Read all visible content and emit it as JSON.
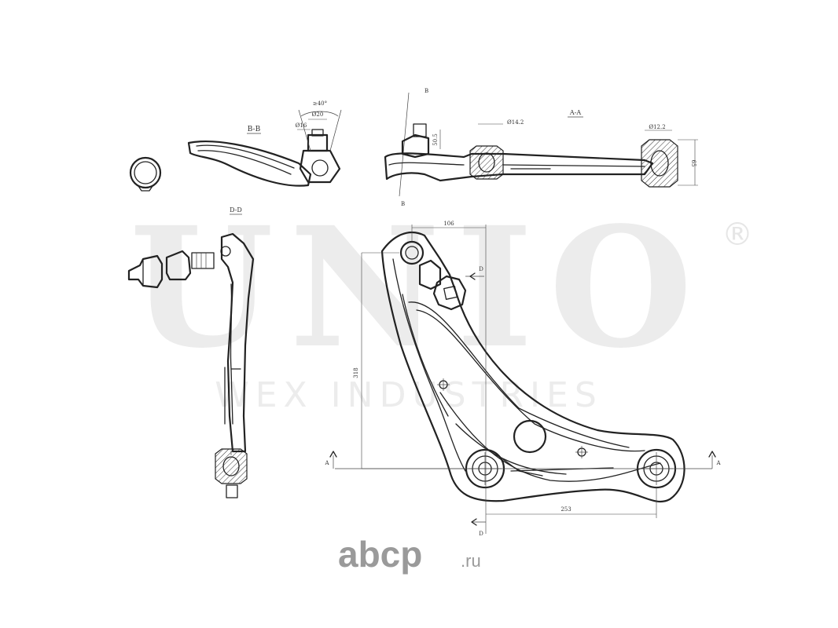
{
  "watermark": {
    "brand": "UNIO",
    "subtitle": "WEX INDUSTRIES",
    "registered": "®"
  },
  "views": {
    "section_bb": "B-B",
    "section_aa": "A-A",
    "section_dd": "D-D",
    "marker_b": "B",
    "marker_a": "A",
    "marker_d": "D"
  },
  "dimensions": {
    "angle": "≥40°",
    "dia_20": "Ø20",
    "dia_16": "Ø16",
    "dia_14_2": "Ø14.2",
    "dia_12_2": "Ø12.2",
    "h_50_5": "50.5",
    "h_65": "65",
    "w_106": "106",
    "h_318": "318",
    "w_253": "253"
  },
  "site": {
    "logo_main": "abcp",
    "logo_tld": ".ru"
  },
  "colors": {
    "line": "#222222",
    "watermark": "#ececec",
    "logo": "#9a9a9a"
  }
}
